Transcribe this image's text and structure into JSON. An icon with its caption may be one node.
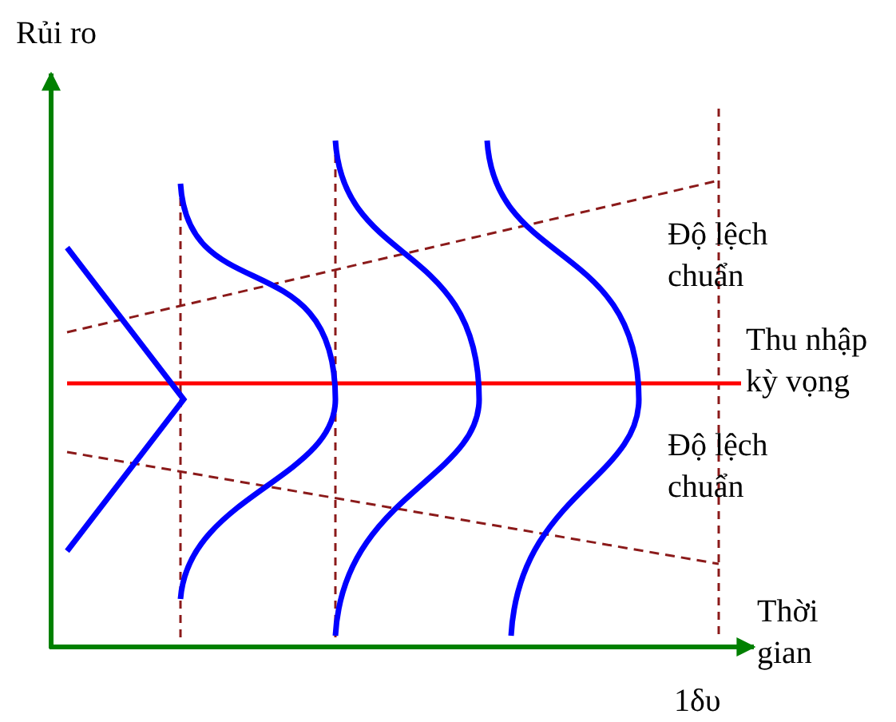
{
  "diagram": {
    "labels": [
      "Rủi ro",
      "Độ lệch chuẩn",
      "Thu nhập kỳ vọng",
      "Độ lệch chuẩn",
      "Thời gian",
      "1δυ"
    ]
  }
}
